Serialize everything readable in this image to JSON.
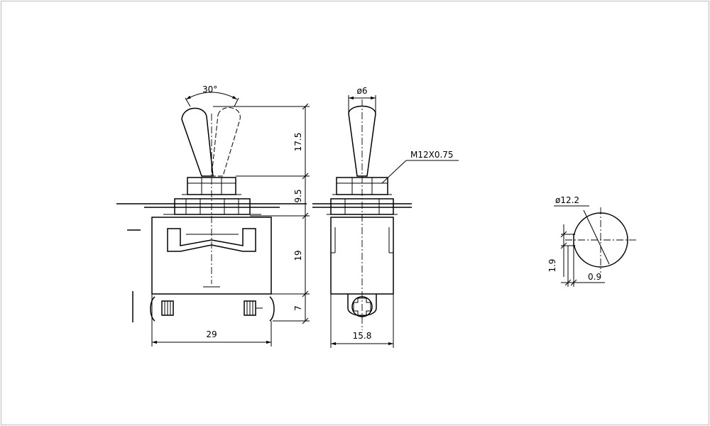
{
  "dimensions": {
    "lever_angle": "30°",
    "lever_height": "17.5",
    "bushing_height": "9.5",
    "body_height": "19",
    "terminal_height": "7",
    "body_width": "29",
    "lever_diameter": "ø6",
    "thread": "M12X0.75",
    "body_depth": "15.8",
    "cutout_diameter": "ø12.2",
    "keyway_width": "1.9",
    "keyway_depth": "0.9"
  }
}
